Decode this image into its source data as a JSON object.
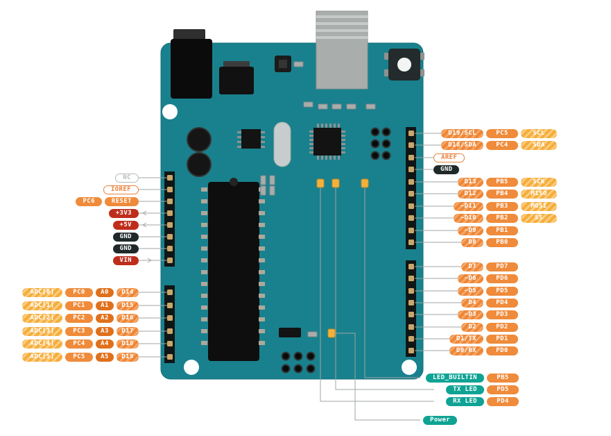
{
  "colors": {
    "board": "#19818D",
    "wire": "#9FA5A4",
    "pad": "#C9A76A",
    "digital": "#EE8636",
    "digital_light": "#F5A768",
    "func": "#F6AD3B",
    "func_light": "#FACE83",
    "solid": "#EF8B3A",
    "analog": "#E0701C",
    "power": "#BE2D1C",
    "gnd": "#20292A",
    "led": "#0FA394",
    "outline": "#E8823C",
    "nc": "#B6BABA"
  },
  "pin_groups": {
    "left_power": [
      [
        {
          "text": "NC",
          "style": "nc"
        }
      ],
      [
        {
          "text": "IOREF",
          "style": "outline"
        }
      ],
      [
        {
          "text": "PC6",
          "style": "solid"
        },
        {
          "text": "RESET",
          "style": "solid"
        }
      ],
      [
        {
          "text": "+3V3",
          "style": "power",
          "arrow": "out"
        }
      ],
      [
        {
          "text": "+5V",
          "style": "power",
          "arrow": "out"
        }
      ],
      [
        {
          "text": "GND",
          "style": "gnd"
        }
      ],
      [
        {
          "text": "GND",
          "style": "gnd"
        }
      ],
      [
        {
          "text": "VIN",
          "style": "power",
          "arrow": "in"
        }
      ]
    ],
    "left_analog": [
      [
        {
          "text": "ADC[0]",
          "style": "func"
        },
        {
          "text": "PC0",
          "style": "solid"
        },
        {
          "text": "A0",
          "style": "analog"
        },
        {
          "text": "D14",
          "style": "digital"
        }
      ],
      [
        {
          "text": "ADC[1]",
          "style": "func"
        },
        {
          "text": "PC1",
          "style": "solid"
        },
        {
          "text": "A1",
          "style": "analog"
        },
        {
          "text": "D15",
          "style": "digital"
        }
      ],
      [
        {
          "text": "ADC[2]",
          "style": "func"
        },
        {
          "text": "PC2",
          "style": "solid"
        },
        {
          "text": "A2",
          "style": "analog"
        },
        {
          "text": "D16",
          "style": "digital"
        }
      ],
      [
        {
          "text": "ADC[3]",
          "style": "func"
        },
        {
          "text": "PC3",
          "style": "solid"
        },
        {
          "text": "A3",
          "style": "analog"
        },
        {
          "text": "D17",
          "style": "digital"
        }
      ],
      [
        {
          "text": "ADC[4]",
          "style": "func"
        },
        {
          "text": "PC4",
          "style": "solid"
        },
        {
          "text": "A4",
          "style": "analog"
        },
        {
          "text": "D18",
          "style": "digital"
        }
      ],
      [
        {
          "text": "ADC[5]",
          "style": "func"
        },
        {
          "text": "PC5",
          "style": "solid"
        },
        {
          "text": "A5",
          "style": "analog"
        },
        {
          "text": "D19",
          "style": "digital"
        }
      ]
    ],
    "right_top": [
      [
        {
          "text": "D19/SCL",
          "style": "digital"
        },
        {
          "text": "PC5",
          "style": "solid"
        },
        {
          "text": "SCL",
          "style": "func"
        }
      ],
      [
        {
          "text": "D18/SDA",
          "style": "digital"
        },
        {
          "text": "PC4",
          "style": "solid"
        },
        {
          "text": "SDA",
          "style": "func"
        }
      ],
      [
        {
          "text": "AREF",
          "style": "outline"
        }
      ],
      [
        {
          "text": "GND",
          "style": "gnd"
        }
      ],
      [
        {
          "text": "D13",
          "style": "digital"
        },
        {
          "text": "PB5",
          "style": "solid"
        },
        {
          "text": "SCK",
          "style": "func"
        }
      ],
      [
        {
          "text": "D12",
          "style": "digital"
        },
        {
          "text": "PB4",
          "style": "solid"
        },
        {
          "text": "MISO",
          "style": "func"
        }
      ],
      [
        {
          "text": "~D11",
          "style": "digital"
        },
        {
          "text": "PB3",
          "style": "solid"
        },
        {
          "text": "MOSI",
          "style": "func"
        }
      ],
      [
        {
          "text": "~D10",
          "style": "digital"
        },
        {
          "text": "PB2",
          "style": "solid"
        },
        {
          "text": "SS",
          "style": "func"
        }
      ],
      [
        {
          "text": "~D9",
          "style": "digital"
        },
        {
          "text": "PB1",
          "style": "solid"
        }
      ],
      [
        {
          "text": "D8",
          "style": "digital"
        },
        {
          "text": "PB0",
          "style": "solid"
        }
      ]
    ],
    "right_mid": [
      [
        {
          "text": "D7",
          "style": "digital"
        },
        {
          "text": "PD7",
          "style": "solid"
        }
      ],
      [
        {
          "text": "~D6",
          "style": "digital"
        },
        {
          "text": "PD6",
          "style": "solid"
        }
      ],
      [
        {
          "text": "~D5",
          "style": "digital"
        },
        {
          "text": "PD5",
          "style": "solid"
        }
      ],
      [
        {
          "text": "D4",
          "style": "digital"
        },
        {
          "text": "PD4",
          "style": "solid"
        }
      ],
      [
        {
          "text": "~D3",
          "style": "digital"
        },
        {
          "text": "PD3",
          "style": "solid"
        }
      ],
      [
        {
          "text": "D2",
          "style": "digital"
        },
        {
          "text": "PD2",
          "style": "solid"
        }
      ],
      [
        {
          "text": "D1/TX",
          "style": "digital"
        },
        {
          "text": "PD1",
          "style": "solid"
        }
      ],
      [
        {
          "text": "D0/RX",
          "style": "digital"
        },
        {
          "text": "PD0",
          "style": "solid"
        }
      ]
    ],
    "right_leds": [
      [
        {
          "text": "LED_BUILTIN",
          "style": "led"
        },
        {
          "text": "PB5",
          "style": "solid"
        }
      ],
      [
        {
          "text": "TX LED",
          "style": "led"
        },
        {
          "text": "PD5",
          "style": "solid"
        }
      ],
      [
        {
          "text": "RX LED",
          "style": "led"
        },
        {
          "text": "PD4",
          "style": "solid"
        }
      ],
      [
        {
          "text": "Power",
          "style": "led"
        }
      ]
    ]
  }
}
